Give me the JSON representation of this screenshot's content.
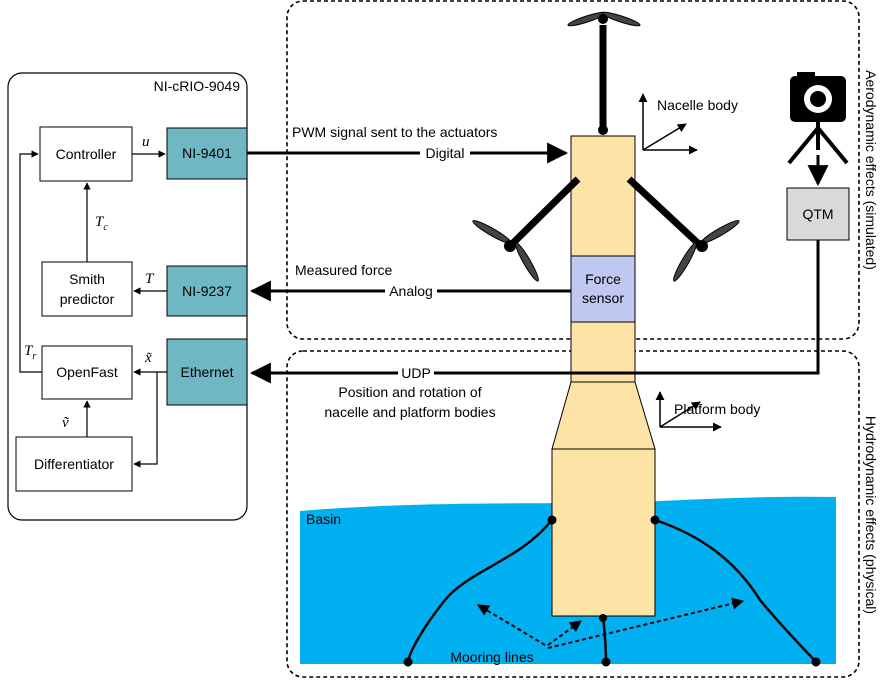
{
  "labels": {
    "rio_title": "NI-cRIO-9049",
    "controller": "Controller",
    "ni9401": "NI-9401",
    "ni9237": "NI-9237",
    "ethernet": "Ethernet",
    "smith_line1": "Smith",
    "smith_line2": "predictor",
    "openfast": "OpenFast",
    "differentiator": "Differentiator",
    "sym_u": "u",
    "sym_T": "T",
    "sym_Tc": "T",
    "sym_Tc_sub": "c",
    "sym_Tr": "T",
    "sym_Tr_sub": "r",
    "sym_x": "x̃",
    "sym_v": "ṽ",
    "pwm": "PWM signal sent to the actuators",
    "digital": "Digital",
    "measured_force": "Measured force",
    "analog": "Analog",
    "udp": "UDP",
    "pos_rot_line1": "Position and rotation of",
    "pos_rot_line2": "nacelle and platform bodies",
    "nacelle_body": "Nacelle body",
    "platform_body": "Platform body",
    "force_line1": "Force",
    "force_line2": "sensor",
    "qtm": "QTM",
    "basin": "Basin",
    "mooring": "Mooring lines",
    "aero_side": "Aerodynamic effects (simulated)",
    "hydro_side": "Hydrodynamic effects (physical)"
  },
  "colors": {
    "ni_module": "#6fb7c3",
    "tower": "#fde3a6",
    "force_sensor": "#c0c8f2",
    "qtm": "#d9d9d9",
    "basin": "#00b0f0"
  },
  "icons": {
    "camera": "camera-icon",
    "rotor": "rotor-icon"
  }
}
